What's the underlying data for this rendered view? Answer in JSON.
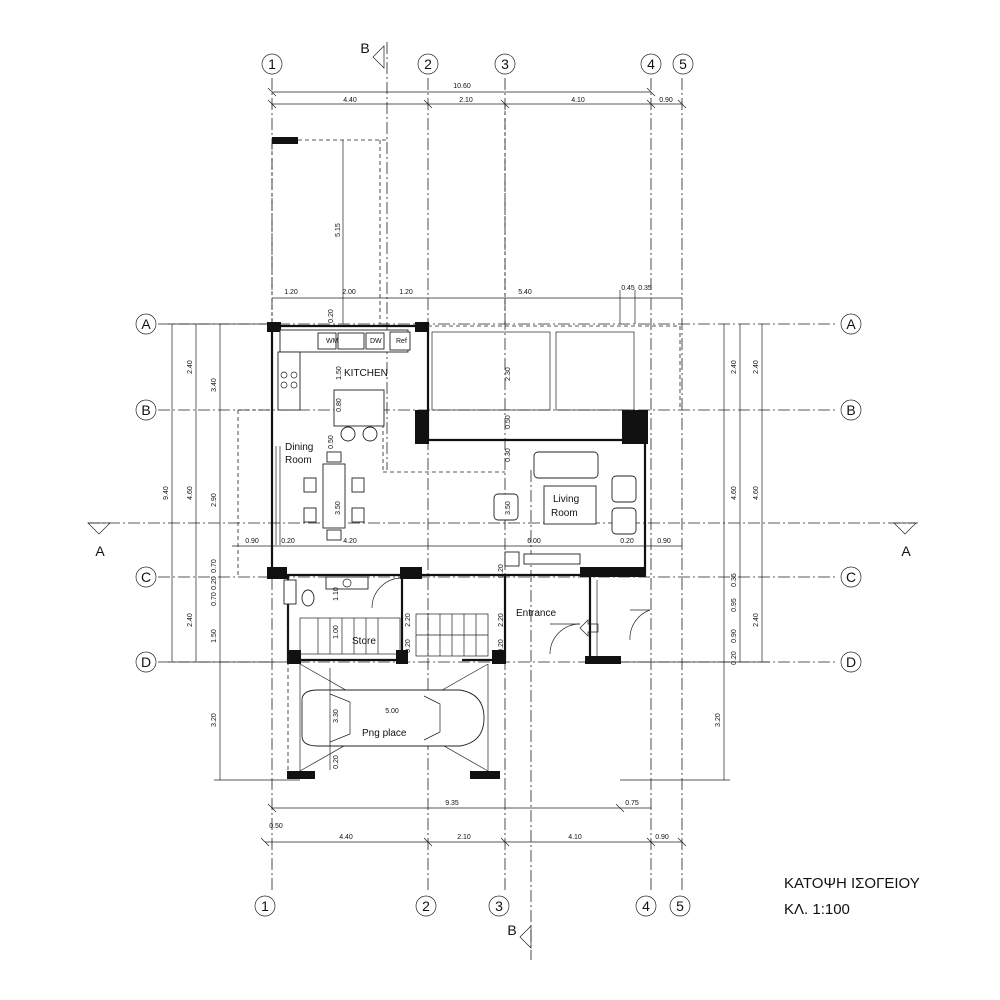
{
  "drawing": {
    "title": "ΚΑΤΟΨΗ ΙΣΟΓΕΙΟΥ",
    "scale": "ΚΛ.  1:100"
  },
  "grid": {
    "columns": [
      "1",
      "2",
      "3",
      "4",
      "5"
    ],
    "rows": [
      "A",
      "B",
      "C",
      "D"
    ],
    "section_cut_horizontal": "A",
    "section_cut_vertical": "B"
  },
  "rooms": {
    "kitchen": "KITCHEN",
    "dining_line1": "Dining",
    "dining_line2": "Room",
    "living_line1": "Living",
    "living_line2": "Room",
    "entrance": "Entrance",
    "store": "Store",
    "parking": "Png place"
  },
  "appliances": {
    "washing_machine": "WM",
    "dishwasher": "DW",
    "fridge": "Ref"
  },
  "dimensions": {
    "top_total": "10.60",
    "top_seg1": "4.40",
    "top_seg2": "2.10",
    "top_seg3": "4.10",
    "top_seg4": "0.90",
    "pergola_depth": "5.15",
    "upper_seg1": "1.20",
    "upper_seg2": "2.00",
    "upper_seg3": "1.20",
    "upper_seg4": "5.40",
    "upper_seg5": "0.45",
    "upper_seg6": "0.35",
    "kitchen_top": "0.20",
    "kitchen_depth": "1.50",
    "kitchen_bench": "0.80",
    "dining_chair": "0.50",
    "dining_table": "3.50",
    "living_depth": "2.30",
    "living_gap": "0.50",
    "living_gap2": "0.30",
    "living_chair": "3.50",
    "left_ab": "2.40",
    "left_ac": "3.40",
    "left_total": "9.40",
    "left_bc": "4.60",
    "left_bc2": "2.90",
    "left_cd": "2.40",
    "left_cd2": "1.50",
    "left_c1": "0.70",
    "left_c2": "0.20",
    "left_c3": "0.70",
    "left_parking": "3.20",
    "right_ab": "2.40",
    "right_ab2": "2.40",
    "right_bc": "4.60",
    "right_bc2": "4.60",
    "right_cd": "2.40",
    "right_c1": "0.35",
    "right_c2": "0.95",
    "right_c3": "0.90",
    "right_c4": "0.20",
    "right_parking": "3.20",
    "cline_left1": "0.90",
    "cline_left2": "0.20",
    "cline_left3": "4.20",
    "cline_mid": "6.00",
    "cline_right1": "0.20",
    "cline_right2": "0.90",
    "stair_a": "0.20",
    "stair_b": "2.20",
    "stair_c": "0.20",
    "stair_d": "2.20",
    "stair_e": "0.20",
    "bath_a": "1.10",
    "bath_b": "1.00",
    "park_depth": "3.30",
    "park_width": "5.00",
    "park_bottom": "0.20",
    "bottom_total": "9.35",
    "bottom_right": "0.75",
    "bottom_left": "0.50",
    "bottom_seg1": "4.40",
    "bottom_seg2": "2.10",
    "bottom_seg3": "4.10",
    "bottom_seg4": "0.90"
  }
}
